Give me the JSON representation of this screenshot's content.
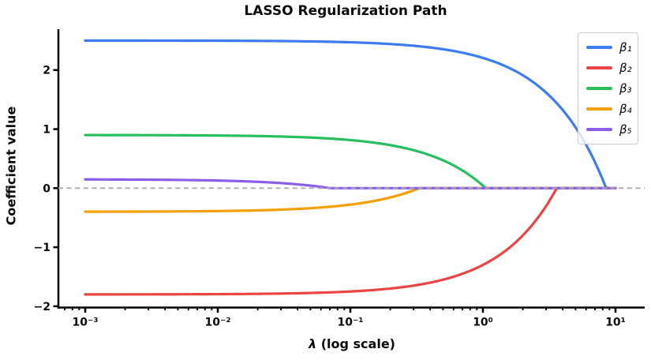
{
  "chart_data": {
    "type": "line",
    "title": "LASSO Regularization Path",
    "xlabel": "λ (log scale)",
    "ylabel": "Coefficient value",
    "x_scale": "log",
    "x_range": [
      0.001,
      10
    ],
    "ylim": [
      -2.02,
      2.69
    ],
    "grid": false,
    "x_tick_values": [
      0.001,
      0.01,
      0.1,
      1,
      10
    ],
    "x_tick_labels": [
      "10⁻³",
      "10⁻²",
      "10⁻¹",
      "10⁰",
      "10¹"
    ],
    "y_tick_values": [
      -2,
      -1,
      0,
      1,
      2
    ],
    "y_tick_labels": [
      "−2",
      "−1",
      "0",
      "1",
      "2"
    ],
    "zero_line": {
      "y": 0,
      "color": "#ABABAF",
      "style": "dashed"
    },
    "model": "beta(lambda) = initial × max(0, 1 − lambda/zero_at)",
    "series": [
      {
        "name": "β₁",
        "color": "#3D7BF0",
        "initial": 2.5,
        "zero_at": 8.5,
        "values_at_ticks": [
          2.5,
          2.5,
          2.47,
          2.21,
          0.0
        ]
      },
      {
        "name": "β₂",
        "color": "#E94545",
        "initial": -1.8,
        "zero_at": 3.6,
        "values_at_ticks": [
          -1.8,
          -1.8,
          -1.75,
          -1.3,
          0.0
        ]
      },
      {
        "name": "β₃",
        "color": "#26BF60",
        "initial": 0.9,
        "zero_at": 1.05,
        "values_at_ticks": [
          0.9,
          0.89,
          0.81,
          0.04,
          0.0
        ]
      },
      {
        "name": "β₄",
        "color": "#F3A005",
        "initial": -0.4,
        "zero_at": 0.33,
        "values_at_ticks": [
          -0.4,
          -0.39,
          -0.28,
          0.0,
          0.0
        ]
      },
      {
        "name": "β₅",
        "color": "#8C5DEA",
        "initial": 0.15,
        "zero_at": 0.07,
        "values_at_ticks": [
          0.15,
          0.13,
          0.0,
          0.0,
          0.0
        ]
      }
    ],
    "legend": {
      "position": "upper right",
      "entries": [
        "β₁",
        "β₂",
        "β₃",
        "β₄",
        "β₅"
      ]
    }
  }
}
